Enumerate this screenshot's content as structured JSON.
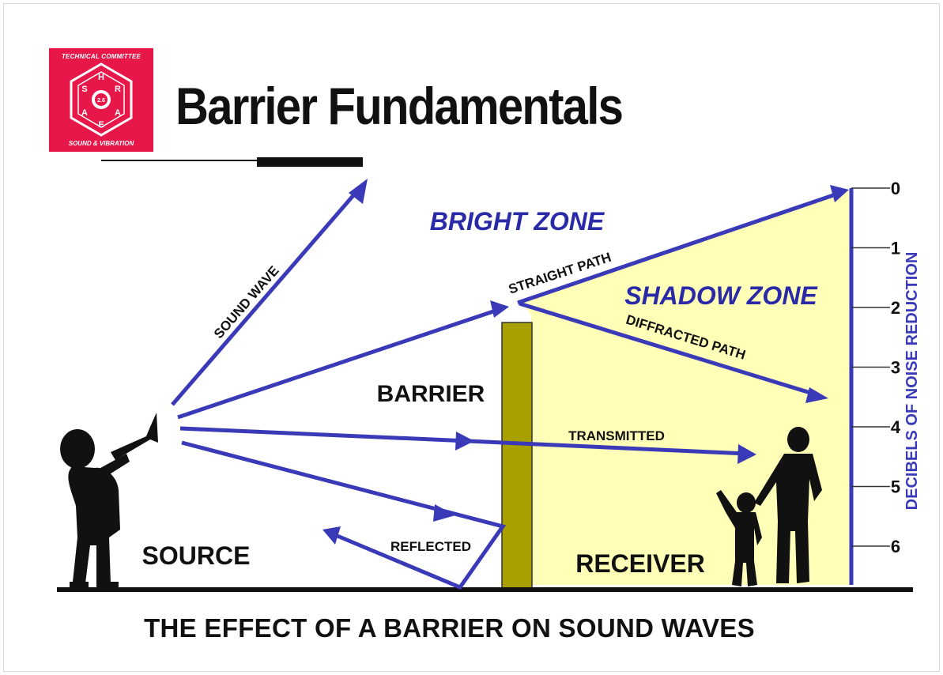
{
  "logo": {
    "top_text": "TECHNICAL COMMITTEE",
    "letters": [
      "A",
      "S",
      "H",
      "R",
      "A",
      "E"
    ],
    "center_text": "2.6",
    "bottom_text": "SOUND & VIBRATION"
  },
  "title": "Barrier Fundamentals",
  "labels": {
    "bright_zone": "BRIGHT ZONE",
    "shadow_zone": "SHADOW ZONE",
    "sound_wave": "SOUND WAVE",
    "straight_path": "STRAIGHT PATH",
    "diffracted_path": "DIFFRACTED PATH",
    "barrier": "BARRIER",
    "transmitted": "TRANSMITTED",
    "reflected": "REFLECTED",
    "source": "SOURCE",
    "receiver": "RECEIVER"
  },
  "scale": {
    "label": "DECIBELS OF NOISE REDUCTION",
    "ticks": [
      "0",
      "1",
      "2",
      "3",
      "4",
      "5",
      "6"
    ]
  },
  "caption": "THE EFFECT OF A BARRIER ON SOUND WAVES",
  "colors": {
    "arrow": "#3a3ab8",
    "zone_text": "#2a2aa8",
    "shadow_fill": "#ffffb8",
    "barrier_fill": "#a8a000",
    "logo_bg": "#e8174a"
  }
}
